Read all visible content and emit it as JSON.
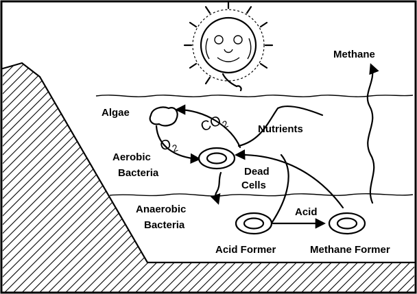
{
  "labels": {
    "methane": "Methane",
    "algae": "Algae",
    "nutrients": "Nutrients",
    "aerobic_line1": "Aerobic",
    "aerobic_line2": "Bacteria",
    "dead_line1": "Dead",
    "dead_line2": "Cells",
    "anaerobic_line1": "Anaerobic",
    "anaerobic_line2": "Bacteria",
    "acid": "Acid",
    "acid_former": "Acid Former",
    "methane_former": "Methane Former"
  },
  "chemicals": {
    "o2_main": "O",
    "o2_sub": "2",
    "co2_main": "CO",
    "co2_sub": "2"
  },
  "icons": {
    "sun": "sun-face-icon"
  },
  "colors": {
    "ink": "#000000",
    "background": "#ffffff"
  }
}
